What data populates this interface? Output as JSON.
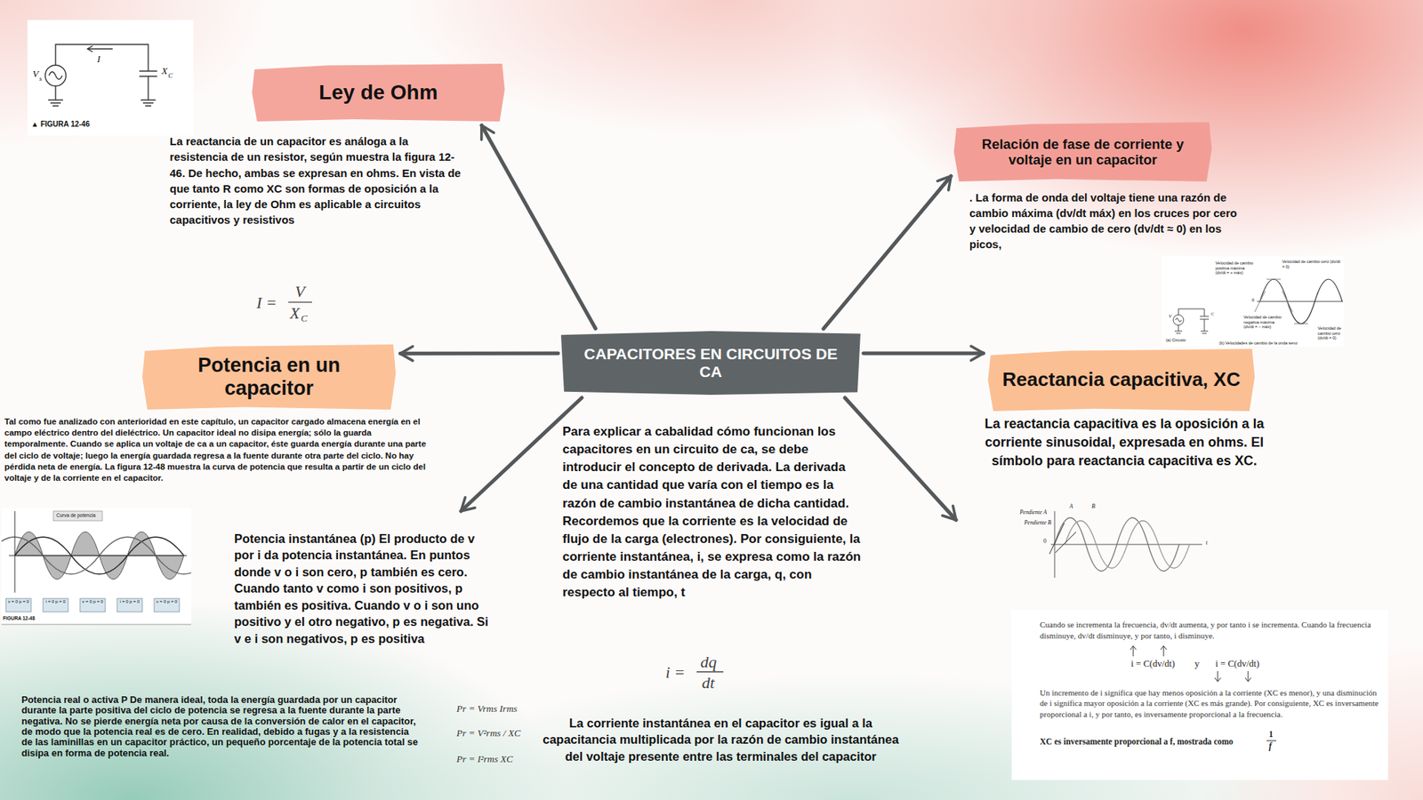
{
  "diagram": {
    "nodes": [
      {
        "text": [
          "CAPACITORES EN CIRCUITOS DE CA"
        ]
      },
      {
        "text": [
          "Ley de Ohm"
        ]
      },
      {
        "text": [
          "Relación de fase de corriente y voltaje en un capacitor"
        ]
      },
      {
        "text": [
          "Potencia en un capacitor"
        ]
      },
      {
        "text": [
          "Reactancia capacitiva, XC"
        ]
      }
    ],
    "edges": [
      {
        "from": 0,
        "to": 1,
        "arrow": "to"
      },
      {
        "from": 0,
        "to": 2,
        "arrow": "to"
      },
      {
        "from": 0,
        "to": 3,
        "arrow": "to"
      },
      {
        "from": 0,
        "to": 4,
        "arrow": "to"
      }
    ],
    "labels": [
      "V",
      "s",
      "I",
      "X",
      "C",
      "▲ FIGURA 12-46",
      "La reactancia de un capacitor es análoga a la resistencia de un resistor, según muestra la figura 12-46. De hecho, ambas se expresan en ohms. En vista de que tanto R como XC son formas de oposición a la corriente, la ley de Ohm es aplicable a circuitos capacitivos y resistivos",
      "I =",
      "V",
      "X",
      "C",
      "Tal como fue analizado con anterioridad en este capítulo, un capacitor cargado almacena energía en el campo eléctrico dentro del dieléctrico. Un capacitor ideal no disipa energía; sólo la guarda temporalmente. Cuando se aplica un voltaje de ca a un capacitor, éste guarda energía durante una parte del ciclo de voltaje; luego la energía guardada regresa a la fuente durante otra parte del ciclo. No hay pérdida neta de energía. La figura 12-48 muestra la curva de potencia que resulta a partir de un ciclo del voltaje y de la corriente en el capacitor.",
      "Curva de potencia",
      "v = 0 p = 0",
      "i = 0 p = 0",
      "v = 0 p = 0",
      "i = 0 p = 0",
      "v = 0 p = 0",
      "FIGURA 12-48",
      "Potencia instantánea (p) El producto de v por i da potencia instantánea. En puntos donde v o i son cero, p también es cero. Cuando tanto v como i son positivos, p también es positiva. Cuando v o i son uno positivo y el otro negativo, p es negativa. Si v e i son negativos, p es positiva",
      "Potencia real o activa P De manera ideal, toda la energía guardada por un capacitor durante la parte positiva del ciclo de potencia se regresa a la fuente durante la parte negativa. No se pierde energía neta por causa de la conversión de calor en el capacitor, de modo que la potencia real es de cero. En realidad, debido a fugas y a la resistencia de las laminillas en un capacitor práctico, un pequeño porcentaje de la potencia total se disipa en forma de potencia real.",
      "Pr = Vrms Irms",
      "Pr = V²rms / XC",
      "Pr = I²rms XC",
      "Para explicar a cabalidad cómo funcionan los capacitores en un circuito de ca, se debe introducir el concepto de derivada. La derivada de una cantidad que varía con el tiempo es la razón de cambio instantánea de dicha cantidad. Recordemos que la corriente es la velocidad de flujo de la carga (electrones). Por consiguiente, la corriente instantánea, i, se expresa como la razón de cambio instantánea de la carga, q, con respecto al tiempo, t",
      "i =",
      "dq",
      "dt",
      "La corriente instantánea en el capacitor es igual a la capacitancia multiplicada por la razón de cambio instantánea del voltaje presente entre las terminales del capacitor",
      ". La forma de onda del voltaje tiene una razón de cambio máxima (dv/dt máx) en los cruces por cero y velocidad de cambio de cero (dv/dt ≈ 0) en los picos,",
      "V",
      "C",
      "(a) Circuito",
      "Velocidad de cambio positiva máxima (dv/dt = + máx)",
      "Velocidad de cambio cero (dv/dt = 0)",
      "Velocidad de cambio negativa máxima (dv/dt = − máx)",
      "Velocidad de cambio cero (dv/dt = 0)",
      "(b) Velocidades de cambio de la onda seno",
      "0",
      "La reactancia capacitiva es la oposición a la corriente sinusoidal, expresada en ohms. El símbolo para reactancia capacitiva es XC.",
      "Pendiente A",
      "Pendiente B",
      "A",
      "B",
      "0",
      "t",
      "Cuando se incrementa la frecuencia, dv/dt aumenta, y por tanto i se incrementa. Cuando la frecuencia disminuye, dv/dt disminuye, y por tanto, i disminuye.",
      "i = C(dv/dt)",
      "y",
      "i = C(dv/dt)",
      "Un incremento de i significa que hay menos oposición a la corriente (XC es menor), y una disminución de i significa mayor oposición a la corriente (XC es más grande). Por consiguiente, XC es inversamente proporcional a i, y por tanto, es inversamente proporcional a la frecuencia.",
      "XC es inversamente proporcional a f, mostrada como",
      "1",
      "f"
    ]
  }
}
